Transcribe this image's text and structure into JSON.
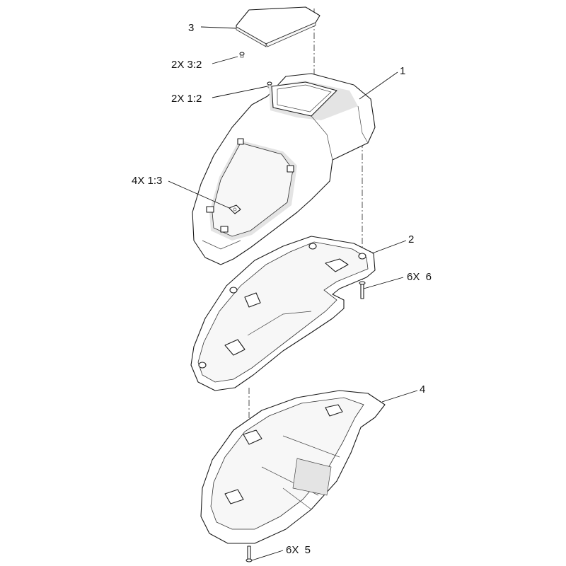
{
  "callouts": {
    "cover_3": "3",
    "screw_2x_3_2": "2X 3:2",
    "screw_2x_1_2": "2X 1:2",
    "housing_1": "1",
    "nut_4x_1_3": "4X 1:3",
    "frame_2": "2",
    "screw_6x_6": "6X  6",
    "base_4": "4",
    "screw_6x_5": "6X  5"
  }
}
